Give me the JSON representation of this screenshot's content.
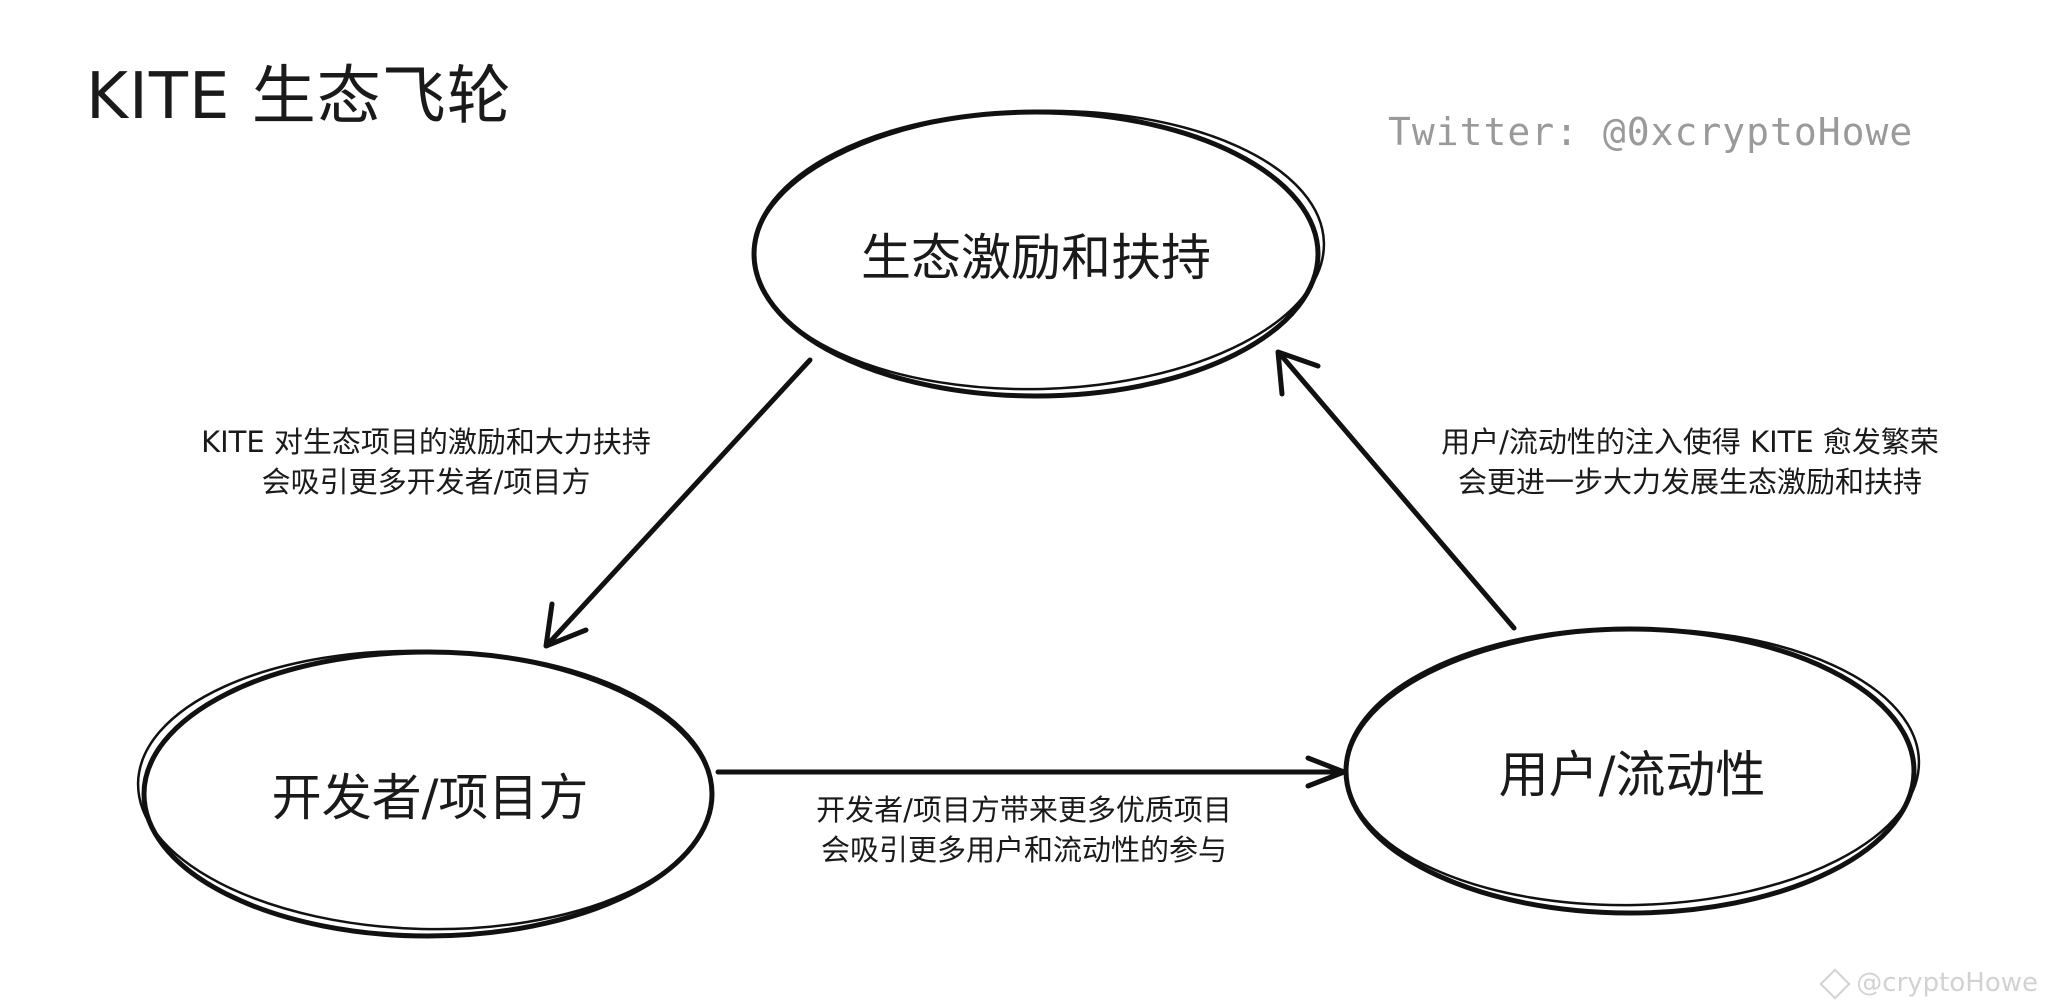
{
  "title": "KITE 生态飞轮",
  "credit": "Twitter: @0xcryptoHowe",
  "watermark": "@cryptoHowe",
  "nodes": {
    "incentives": "生态激励和扶持",
    "developers": "开发者/项目方",
    "users": "用户/流动性"
  },
  "edges": {
    "incentives_to_developers": {
      "line1": "KITE 对生态项目的激励和大力扶持",
      "line2": "会吸引更多开发者/项目方"
    },
    "developers_to_users": {
      "line1": "开发者/项目方带来更多优质项目",
      "line2": "会吸引更多用户和流动性的参与"
    },
    "users_to_incentives": {
      "line1": "用户/流动性的注入使得 KITE 愈发繁荣",
      "line2": "会更进一步大力发展生态激励和扶持"
    }
  }
}
